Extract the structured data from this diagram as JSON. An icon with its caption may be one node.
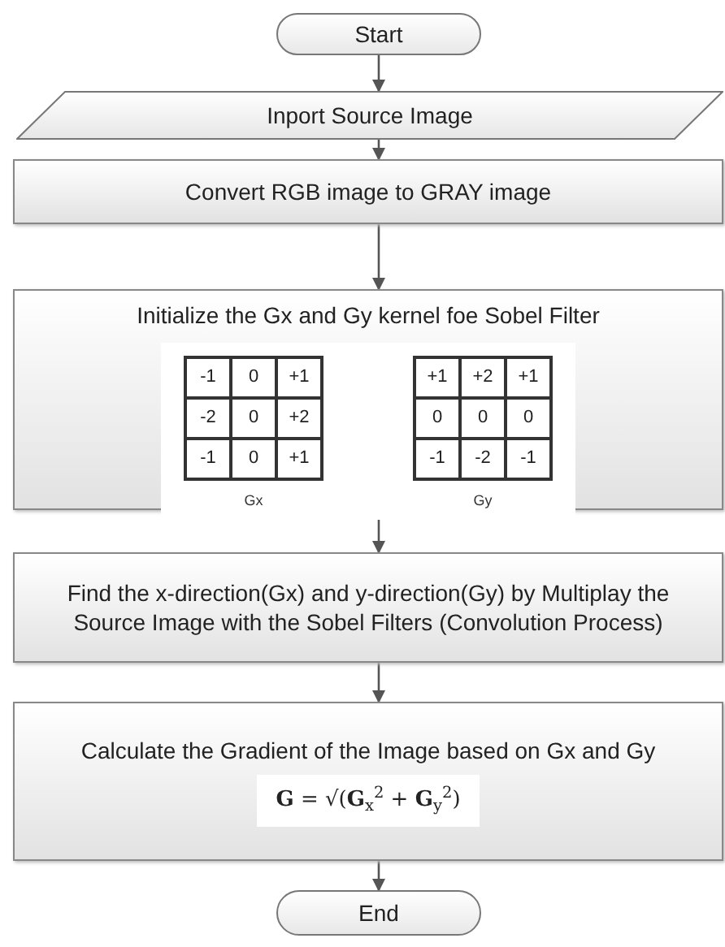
{
  "diagram": {
    "nodes": [
      {
        "text": [
          "Start"
        ]
      },
      {
        "text": [
          "Inport Source Image"
        ]
      },
      {
        "text": [
          "Convert RGB image to GRAY  image"
        ]
      },
      {
        "text": [
          "Initialize the Gx and Gy kernel foe Sobel Filter"
        ]
      },
      {
        "text": [
          "Find the x-direction(Gx) and y-direction(Gy) by Multiplay the Source Image with the Sobel Filters (Convolution Process)"
        ]
      },
      {
        "text": [
          "Calculate the Gradient of the Image based on Gx and Gy",
          "**G** = √(**G**$_{x}$$^{2}$ + **G**$_{y}$$^{2}$)"
        ]
      },
      {
        "text": [
          "End"
        ]
      }
    ],
    "edges": [
      {
        "from": 0,
        "to": 1,
        "arrow": "to"
      },
      {
        "from": 1,
        "to": 2,
        "arrow": "to"
      },
      {
        "from": 2,
        "to": 3,
        "arrow": "to"
      },
      {
        "from": 3,
        "to": 4,
        "arrow": "to"
      },
      {
        "from": 4,
        "to": 5,
        "arrow": "to"
      },
      {
        "from": 5,
        "to": 6,
        "arrow": "to"
      }
    ],
    "labels": [
      "-1",
      "0",
      "+1",
      "-2",
      "0",
      "+2",
      "-1",
      "0",
      "+1",
      "Gx",
      "+1",
      "+2",
      "+1",
      "0",
      "0",
      "0",
      "-1",
      "-2",
      "-1",
      "Gy"
    ]
  }
}
